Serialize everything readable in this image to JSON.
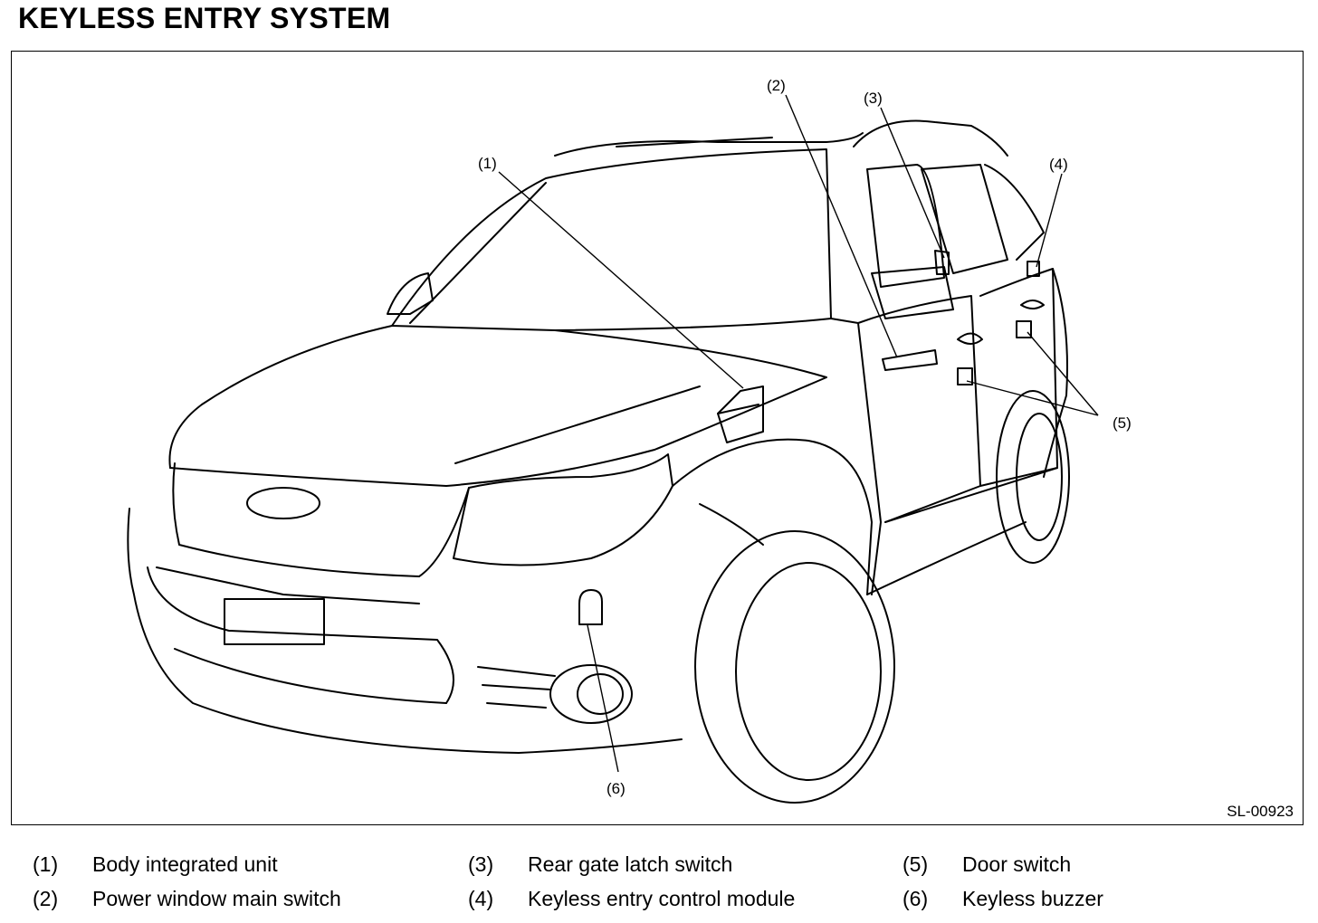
{
  "title": "KEYLESS ENTRY SYSTEM",
  "figure_id": "SL-00923",
  "callouts": [
    "(1)",
    "(2)",
    "(3)",
    "(4)",
    "(5)",
    "(6)"
  ],
  "legend": [
    {
      "num": "(1)",
      "label": "Body integrated unit"
    },
    {
      "num": "(2)",
      "label": "Power window main switch"
    },
    {
      "num": "(3)",
      "label": "Rear gate latch switch"
    },
    {
      "num": "(4)",
      "label": "Keyless entry control module"
    },
    {
      "num": "(5)",
      "label": "Door switch"
    },
    {
      "num": "(6)",
      "label": "Keyless buzzer"
    }
  ]
}
